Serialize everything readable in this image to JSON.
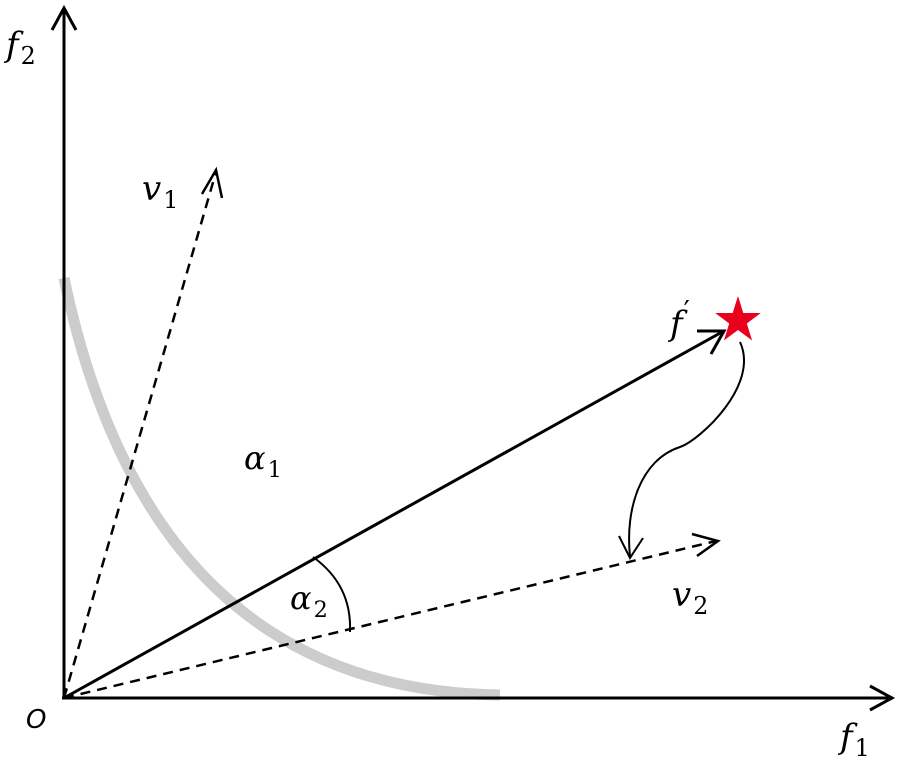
{
  "labels": {
    "origin": "O",
    "f2_axis": {
      "base": "f",
      "sub": "2"
    },
    "f1_axis": {
      "base": "f",
      "sub": "1"
    },
    "v1": {
      "base": "v",
      "sub": "1"
    },
    "v2": {
      "base": "v",
      "sub": "2"
    },
    "f_prime": {
      "base": "f",
      "sup": "′"
    },
    "alpha1": {
      "base": "α",
      "sub": "1"
    },
    "alpha2": {
      "base": "α",
      "sub": "2"
    }
  },
  "colors": {
    "axis": "#000000",
    "pareto_front": "#cccccc",
    "star": "#e8001c"
  }
}
